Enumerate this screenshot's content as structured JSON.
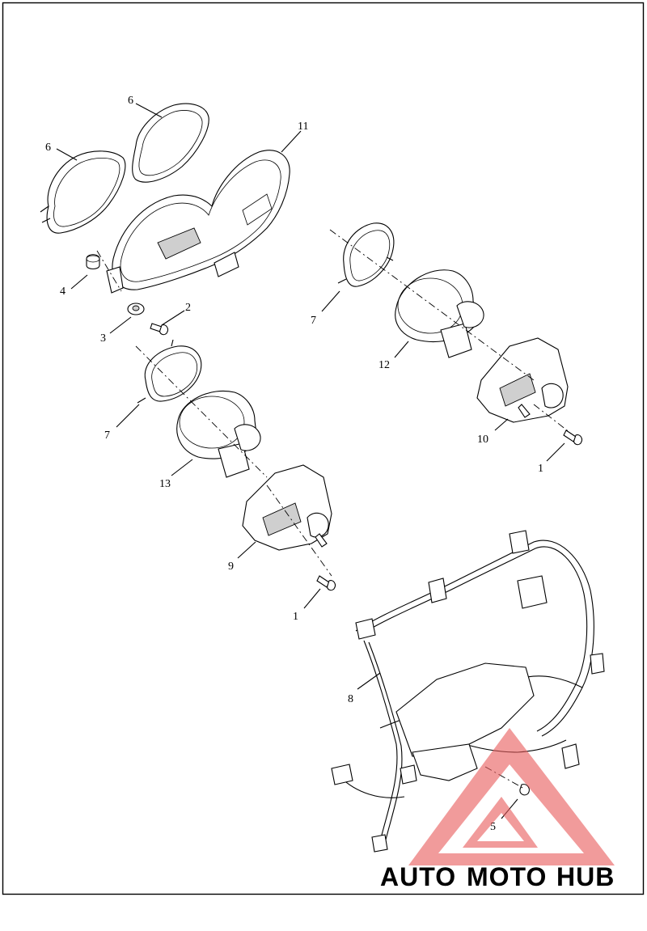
{
  "callouts": {
    "c1a": "1",
    "c1b": "1",
    "c2": "2",
    "c3": "3",
    "c4": "4",
    "c5": "5",
    "c6a": "6",
    "c6b": "6",
    "c7a": "7",
    "c7b": "7",
    "c8": "8",
    "c9": "9",
    "c10": "10",
    "c11": "11",
    "c12": "12",
    "c13": "13"
  },
  "watermark": {
    "part1": "AUTO",
    "part2": "MOTO",
    "part3": "HUB",
    "color_orange": "#f4b183",
    "color_red": "#e85a5a",
    "color_gray": "#8e8e8e"
  }
}
